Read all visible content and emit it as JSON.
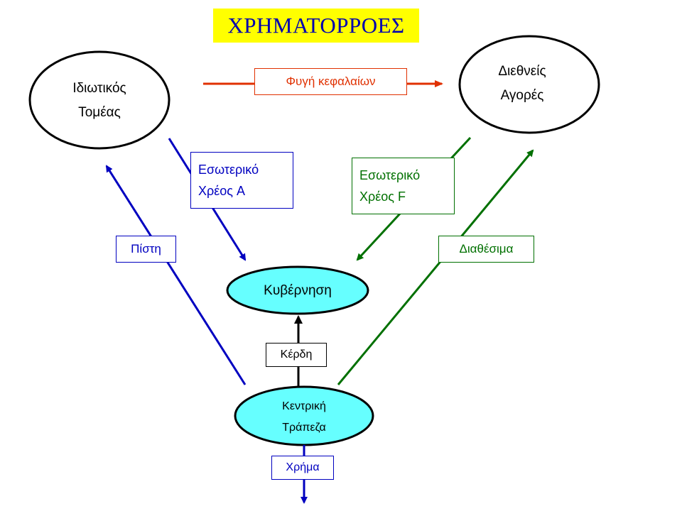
{
  "title": "ΧΡΗΜΑΤΟΡΡΟΕΣ",
  "nodes": {
    "private_sector": {
      "line1": "Ιδιωτικός",
      "line2": "Τομέας"
    },
    "international_markets": {
      "line1": "Διεθνείς",
      "line2": "Αγορές"
    },
    "government": {
      "label": "Κυβέρνηση"
    },
    "central_bank": {
      "line1": "Κεντρική",
      "line2": "Τράπεζα"
    }
  },
  "labels": {
    "capital_flight": "Φυγή κεφαλαίων",
    "domestic_debt_a": {
      "line1": "Εσωτερικό",
      "line2": "Χρέος A"
    },
    "domestic_debt_f": {
      "line1": "Εσωτερικό",
      "line2": "Χρέος F"
    },
    "credit": "Πίστη",
    "reserves": "Διαθέσιμα",
    "profits": "Κέρδη",
    "money": "Χρήμα"
  },
  "colors": {
    "title_bg": "#ffff00",
    "title_text": "#0000b0",
    "blue": "#0000c0",
    "green": "#007000",
    "red": "#e03000",
    "cyan_fill": "#66ffff",
    "black": "#000000"
  }
}
